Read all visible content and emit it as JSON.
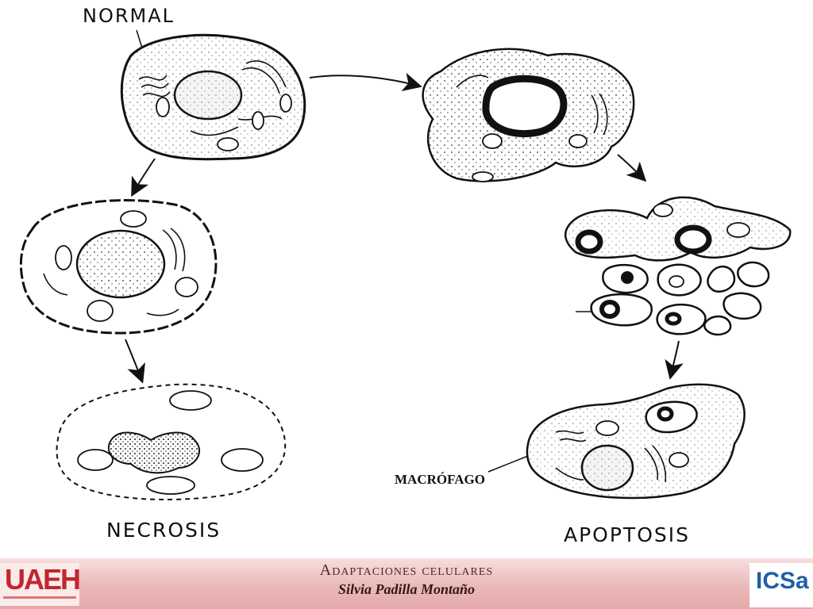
{
  "labels": {
    "normal": "NORMAL",
    "necrosis": "NECROSIS",
    "apoptosis": "APOPTOSIS",
    "macrophage": "MACRÓFAGO"
  },
  "footer": {
    "title": "Adaptaciones celulares",
    "author": "Silvia Padilla Montaño",
    "logo_left": "UAEH",
    "logo_right": "ICSa"
  },
  "colors": {
    "footer_band": "#e4aaaa",
    "footer_text": "#5a2323",
    "uaeh_red": "#c2262e",
    "icsa_blue": "#1f5fa8"
  }
}
